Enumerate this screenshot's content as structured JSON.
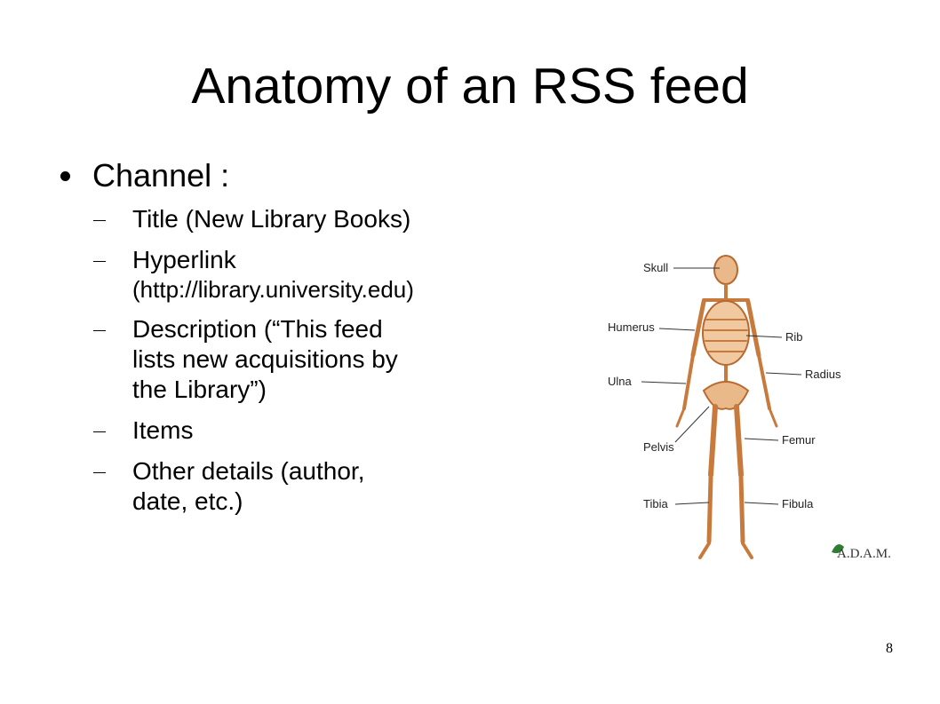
{
  "slide": {
    "title": "Anatomy of an RSS feed",
    "main_bullet": "Channel :",
    "sub_items": [
      {
        "line1": "Title (New Library Books)"
      },
      {
        "line1": "Hyperlink",
        "line2": "(http://library.university.edu)"
      },
      {
        "line1": "Description (“This feed",
        "line2": "lists new acquisitions by",
        "line3": "the Library”)"
      },
      {
        "line1": "Items"
      },
      {
        "line1": "Other details (author,",
        "line2": "date, etc.)"
      }
    ],
    "page_number": "8"
  },
  "figure": {
    "labels": {
      "skull": "Skull",
      "humerus": "Humerus",
      "ulna": "Ulna",
      "pelvis": "Pelvis",
      "tibia": "Tibia",
      "rib": "Rib",
      "radius": "Radius",
      "femur": "Femur",
      "fibula": "Fibula"
    },
    "logo_text": "A.D.A.M.",
    "bone_color": "#c87a3c",
    "logo_color": "#2e7d32"
  }
}
